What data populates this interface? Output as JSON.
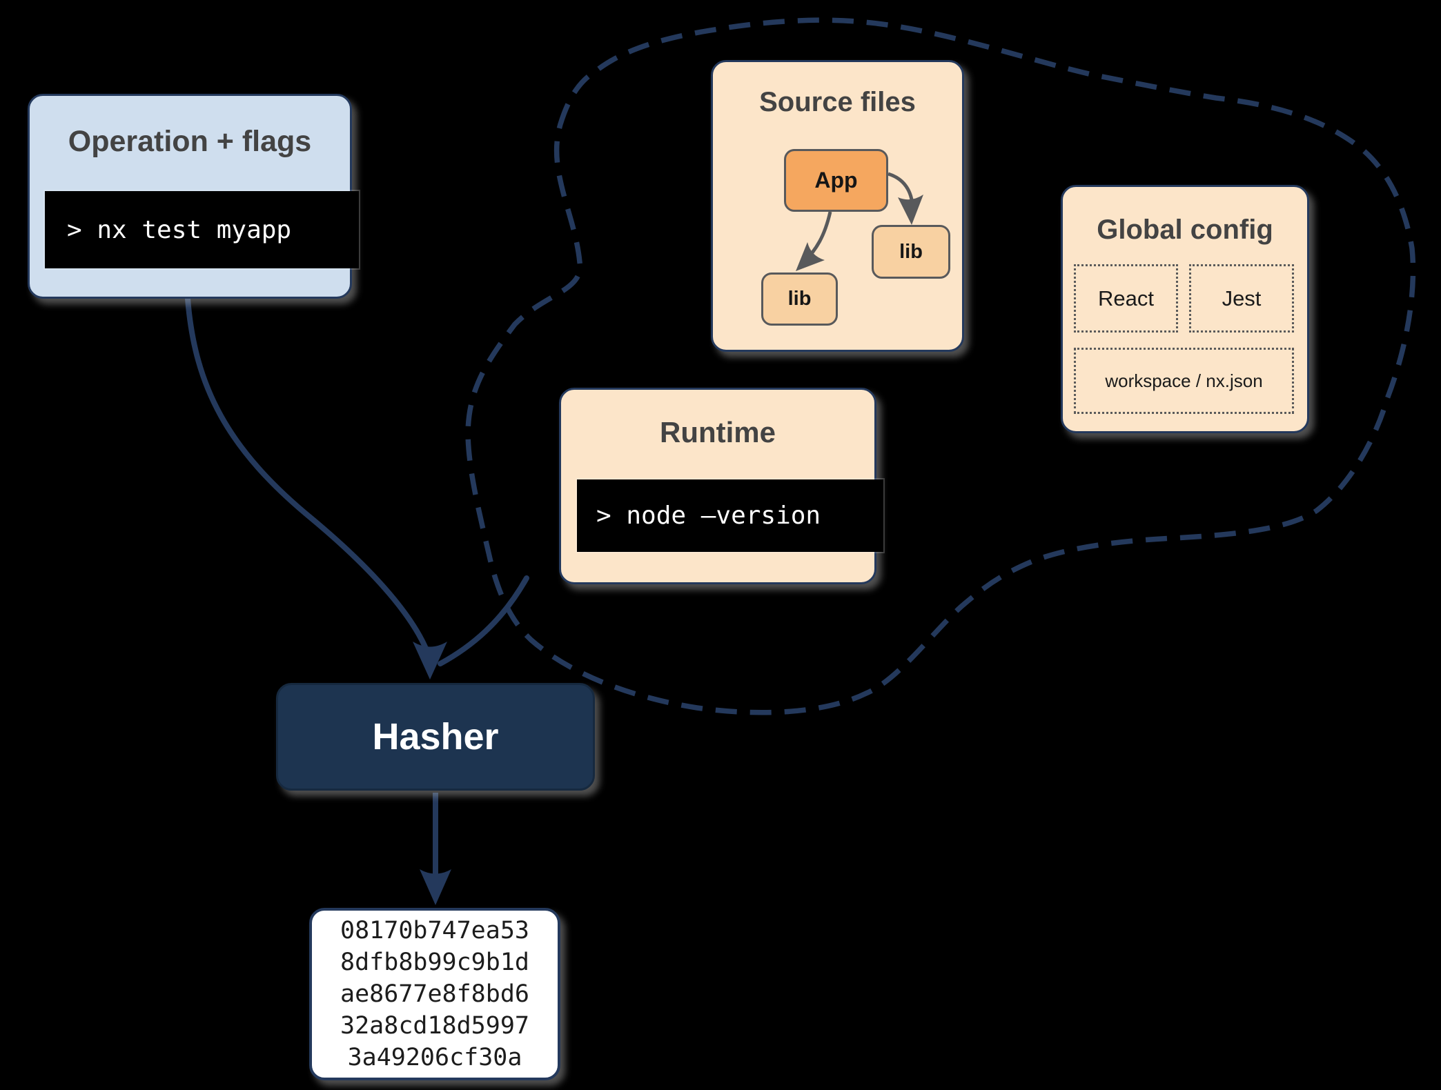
{
  "operation_box": {
    "title": "Operation + flags",
    "terminal": "> nx test myapp"
  },
  "source_files": {
    "title": "Source files",
    "app_label": "App",
    "lib_right_label": "lib",
    "lib_left_label": "lib"
  },
  "global_config": {
    "title": "Global config",
    "cell_react": "React",
    "cell_jest": "Jest",
    "cell_workspace": "workspace / nx.json"
  },
  "runtime": {
    "title": "Runtime",
    "terminal": "> node –version"
  },
  "hasher": {
    "label": "Hasher"
  },
  "hash_output": {
    "lines": [
      "08170b747ea53",
      "8dfb8b99c9b1d",
      "ae8677e8f8bd6",
      "32a8cd18d5997",
      "3a49206cf30a"
    ]
  },
  "colors": {
    "navy": "#24395c",
    "hasher_fill": "#1d3450",
    "light_blue": "#cfdeee",
    "peach": "#fce5c9",
    "app_orange": "#f5a75f",
    "lib_orange": "#f8d1a2",
    "terminal_bg": "#000000",
    "terminal_text": "#ffffff",
    "title_text": "#434343",
    "inner_arrow_gray": "#58595b"
  }
}
